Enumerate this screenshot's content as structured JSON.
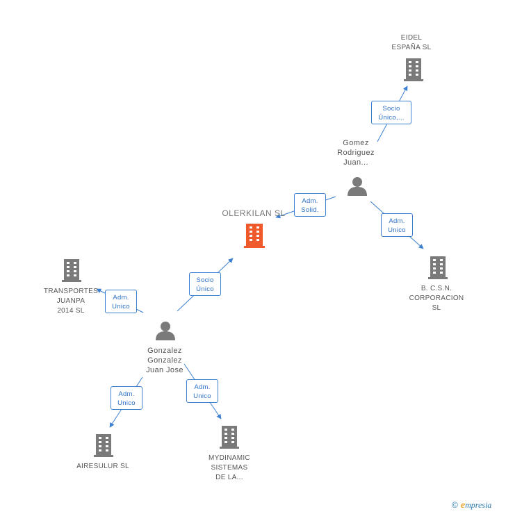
{
  "nodes": {
    "eidel": {
      "label": "EIDEL\nESPAÑA SL"
    },
    "gomez": {
      "label": "Gomez\nRodriguez\nJuan..."
    },
    "olerkilan": {
      "label": "OLERKILAN SL"
    },
    "bcsn": {
      "label": "B. C.S.N.\nCORPORACION\nSL"
    },
    "transportes": {
      "label": "TRANSPORTES\nJUANPA\n2014  SL"
    },
    "gonzalez": {
      "label": "Gonzalez\nGonzalez\nJuan Jose"
    },
    "airesulur": {
      "label": "AIRESULUR SL"
    },
    "mydinamic": {
      "label": "MYDINAMIC\nSISTEMAS\nDE LA..."
    }
  },
  "edges": {
    "gomez_eidel": "Socio\nÚnico,...",
    "gomez_olerkilan": "Adm.\nSolid.",
    "gomez_bcsn": "Adm.\nUnico",
    "gonzalez_olerkilan": "Socio\nÚnico",
    "gonzalez_transportes": "Adm.\nUnico",
    "gonzalez_airesulur": "Adm.\nUnico",
    "gonzalez_mydinamic": "Adm.\nUnico"
  },
  "footer": {
    "copyright": "©",
    "brand_e": "e",
    "brand_rest": "mpresia"
  },
  "colors": {
    "edge": "#3a7fd0",
    "building": "#7a7a7a",
    "main_building": "#f0592a",
    "person": "#7a7a7a"
  }
}
